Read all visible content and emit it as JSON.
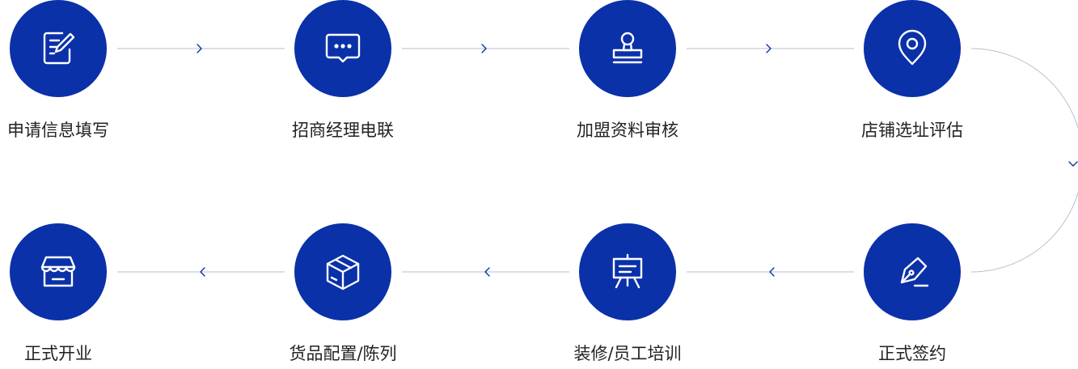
{
  "colors": {
    "circle": "#0a31a8",
    "line": "#b8bfcc",
    "arrow": "#0a31a8",
    "text": "#222222"
  },
  "steps": [
    {
      "label": "申请信息填写",
      "icon": "edit-form-icon"
    },
    {
      "label": "招商经理电联",
      "icon": "chat-bubble-icon"
    },
    {
      "label": "加盟资料审核",
      "icon": "stamp-icon"
    },
    {
      "label": "店铺选址评估",
      "icon": "location-pin-icon"
    },
    {
      "label": "正式签约",
      "icon": "pen-nib-icon"
    },
    {
      "label": "装修/员工培训",
      "icon": "training-board-icon"
    },
    {
      "label": "货品配置/陈列",
      "icon": "package-box-icon"
    },
    {
      "label": "正式开业",
      "icon": "storefront-icon"
    }
  ]
}
